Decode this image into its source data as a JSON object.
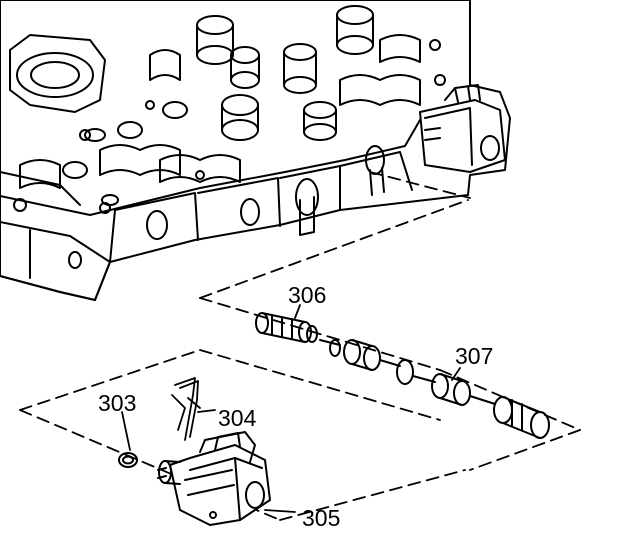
{
  "diagram": {
    "callouts": [
      {
        "id": "303",
        "label": "303"
      },
      {
        "id": "304",
        "label": "304"
      },
      {
        "id": "305",
        "label": "305"
      },
      {
        "id": "306",
        "label": "306"
      },
      {
        "id": "307",
        "label": "307"
      }
    ]
  },
  "colors": {
    "ink": "#000000",
    "paper": "#ffffff"
  }
}
